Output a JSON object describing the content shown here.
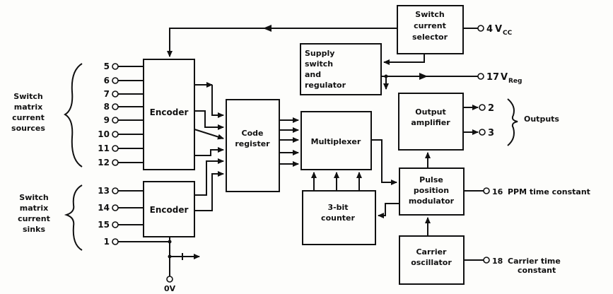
{
  "blocks": {
    "switch_current_selector": [
      "Switch",
      "current",
      "selector"
    ],
    "supply_switch": [
      "Supply",
      "switch",
      "and",
      "regulator"
    ],
    "encoder_top": [
      "Encoder"
    ],
    "encoder_bottom": [
      "Encoder"
    ],
    "code_register": [
      "Code",
      "register"
    ],
    "multiplexer": [
      "Multiplexer"
    ],
    "output_amplifier": [
      "Output",
      "amplifier"
    ],
    "counter": [
      "3-bit",
      "counter"
    ],
    "pulse_position_modulator": [
      "Pulse",
      "position",
      "modulator"
    ],
    "carrier_oscillator": [
      "Carrier",
      "oscillator"
    ]
  },
  "group_labels": {
    "current_sources": [
      "Switch",
      "matrix",
      "current",
      "sources"
    ],
    "current_sinks": [
      "Switch",
      "matrix",
      "current",
      "sinks"
    ],
    "outputs": "Outputs"
  },
  "pins": {
    "vcc": {
      "number": "4",
      "name": "V",
      "sub": "CC"
    },
    "vreg": {
      "number": "17",
      "name": "V",
      "sub": "Reg"
    },
    "out1": {
      "number": "2"
    },
    "out2": {
      "number": "3"
    },
    "ppm": {
      "number": "16",
      "name": "PPM time constant"
    },
    "carrier": {
      "number": "18",
      "name": [
        "Carrier time",
        "constant"
      ]
    },
    "ground": {
      "name": "0V"
    },
    "sources": [
      "5",
      "6",
      "7",
      "8",
      "9",
      "10",
      "11",
      "12"
    ],
    "sinks": [
      "13",
      "14",
      "15",
      "1"
    ]
  }
}
